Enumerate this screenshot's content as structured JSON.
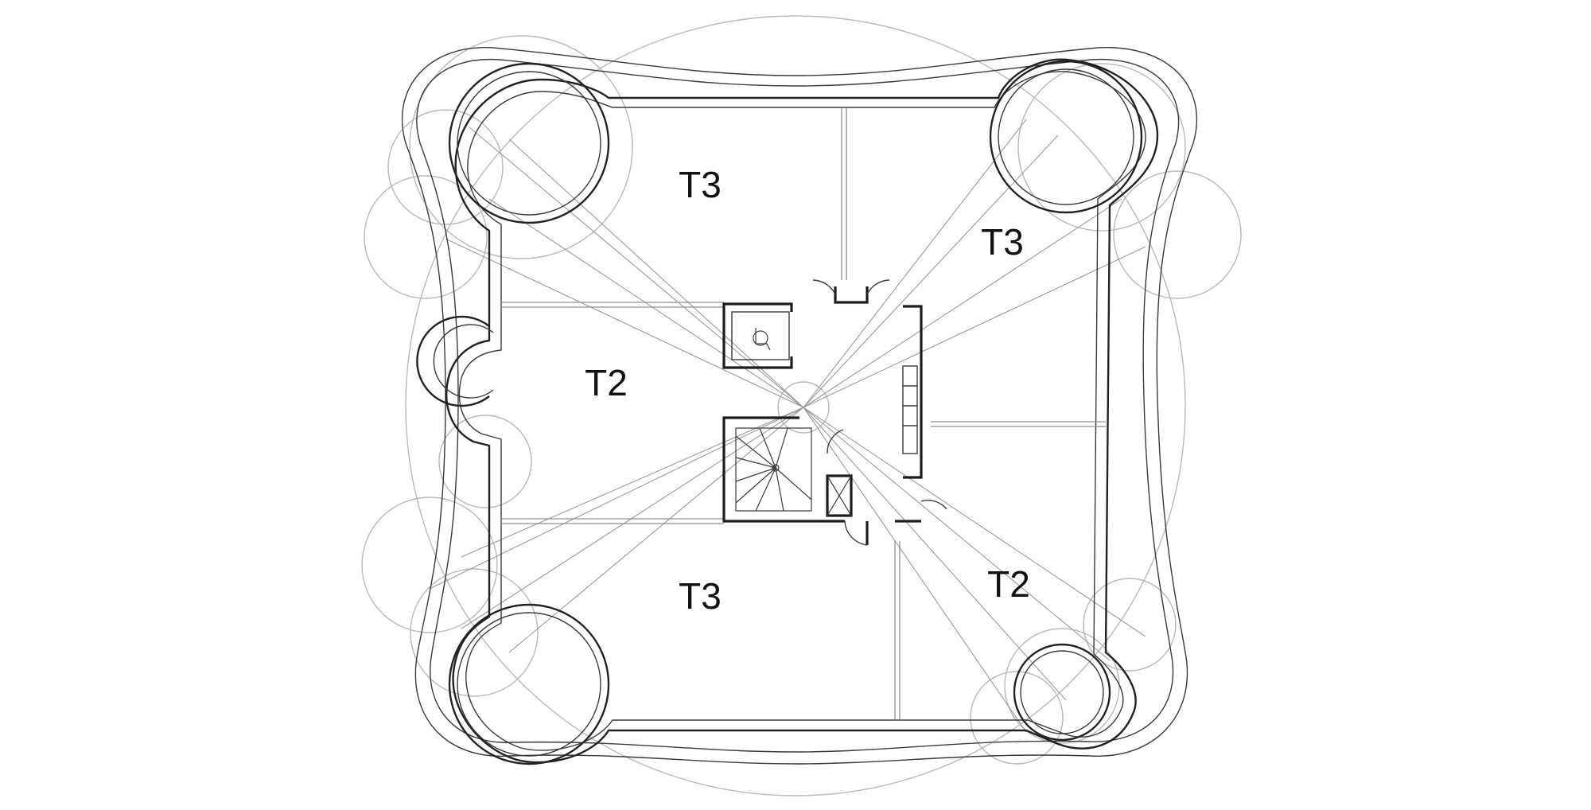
{
  "drawing": {
    "type": "architectural floor plan",
    "stroke_colors": {
      "walls": "#222222",
      "guides": "#b9b9b9",
      "partitions": "#8f8f8f"
    },
    "units": [
      {
        "id": "north",
        "label": "T3"
      },
      {
        "id": "east",
        "label": "T3"
      },
      {
        "id": "west",
        "label": "T2"
      },
      {
        "id": "south",
        "label": "T3"
      },
      {
        "id": "southeast",
        "label": "T2"
      }
    ]
  }
}
